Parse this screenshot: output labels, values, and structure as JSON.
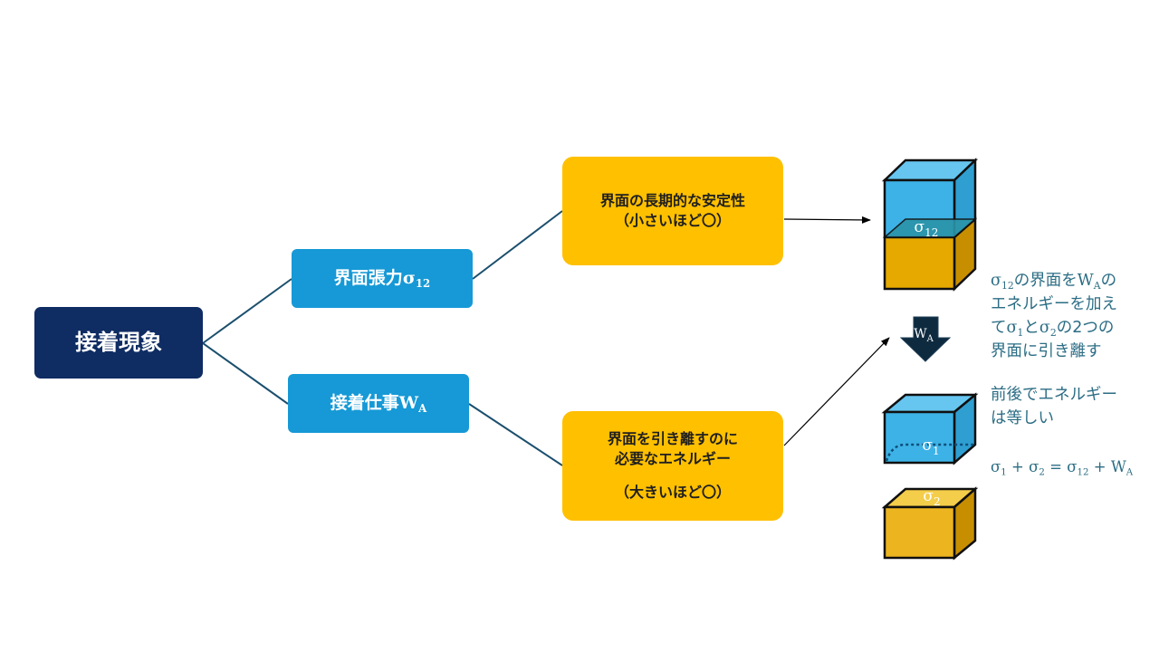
{
  "root": {
    "label": "接着現象"
  },
  "branch_tension": {
    "label": "界面張力",
    "symbol": "σ",
    "sub": "12"
  },
  "branch_work": {
    "label": "接着仕事",
    "symbol": "W",
    "sub": "A"
  },
  "leaf_stability": {
    "line1": "界面の長期的な安定性",
    "line2": "（小さいほど〇）"
  },
  "leaf_energy": {
    "line1": "界面を引き離すのに",
    "line2": "必要なエネルギー",
    "line3": "（大きいほど〇）"
  },
  "cube_top": {
    "symbol": "σ",
    "sub": "12"
  },
  "arrow_label": {
    "symbol": "W",
    "sub": "A"
  },
  "cube_split_top": {
    "symbol": "σ",
    "sub": "1"
  },
  "cube_split_bottom": {
    "symbol": "σ",
    "sub": "2"
  },
  "note_separation": {
    "s1": "σ",
    "s1_sub": "12",
    "t1": "の界面を",
    "s2": "W",
    "s2_sub": "A",
    "t2": "の",
    "line2": "エネルギーを加え",
    "t3": "て",
    "s3": "σ",
    "s3_sub": "1",
    "t4": "と",
    "s4": "σ",
    "s4_sub": "2",
    "t5": "の2つの",
    "line4": "界面に引き離す"
  },
  "note_equal": {
    "line1": "前後でエネルギー",
    "line2": "は等しい"
  },
  "equation": {
    "a": "σ",
    "a_sub": "1",
    "op1": " + ",
    "b": "σ",
    "b_sub": "2",
    "eq": " = ",
    "c": "σ",
    "c_sub": "12",
    "op2": " + ",
    "d": "W",
    "d_sub": "A"
  },
  "colors": {
    "navy": "#0f2c63",
    "blue": "#1699d6",
    "gold": "#ffc000",
    "cube_blue": "#3db2e6",
    "cube_gold": "#e5a900",
    "note_text": "#2b6d84",
    "connector": "#1b4f6e"
  }
}
